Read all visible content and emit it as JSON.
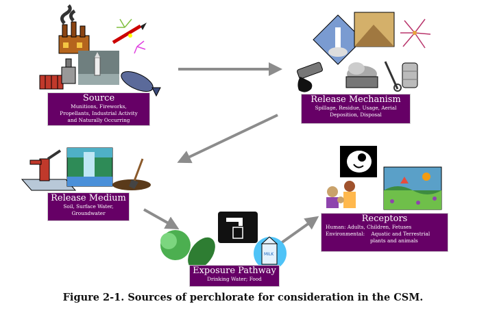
{
  "nodes": {
    "source": {
      "title": "Source",
      "lines": [
        "Munitions, Fireworks,",
        "Propellants, Industrial Activity",
        "and Naturally Occurring"
      ]
    },
    "release_mechanism": {
      "title": "Release Mechanism",
      "lines": [
        "Spillage, Residue, Usage, Aerial",
        "Deposition, Disposal"
      ]
    },
    "release_medium": {
      "title": "Release Medium",
      "lines": [
        "Soil, Surface Water,",
        "Groundwater"
      ]
    },
    "exposure_pathway": {
      "title": "Exposure Pathway",
      "lines": [
        "Drinking Water; Food"
      ]
    },
    "receptors": {
      "title": "Receptors",
      "lines": [
        "Human: Adults, Children, Fetuses",
        "Environmental:    Aquatic and Terrestrial",
        "                            plants and animals"
      ]
    }
  },
  "clipart_label": "MILK",
  "caption": "Figure 2-1. Sources of perchlorate for consideration in the CSM.",
  "colors": {
    "box_fill": "#660066",
    "box_text": "#ffffff",
    "arrow": "#8c8c8c"
  },
  "icons": [
    "factory-icon",
    "firework-rocket-icon",
    "cannon-icon",
    "rocket-launch-icon",
    "dynamite-icon",
    "bomb-icon",
    "oil-spill-icon",
    "mine-icon",
    "explosion-icon",
    "barrel-cart-icon",
    "water-pump-icon",
    "waterfall-icon",
    "shovel-icon",
    "faucet-glass-icon",
    "lettuce-icon",
    "milk-carton-icon",
    "fetus-icon",
    "family-icon",
    "nature-scene-icon"
  ]
}
